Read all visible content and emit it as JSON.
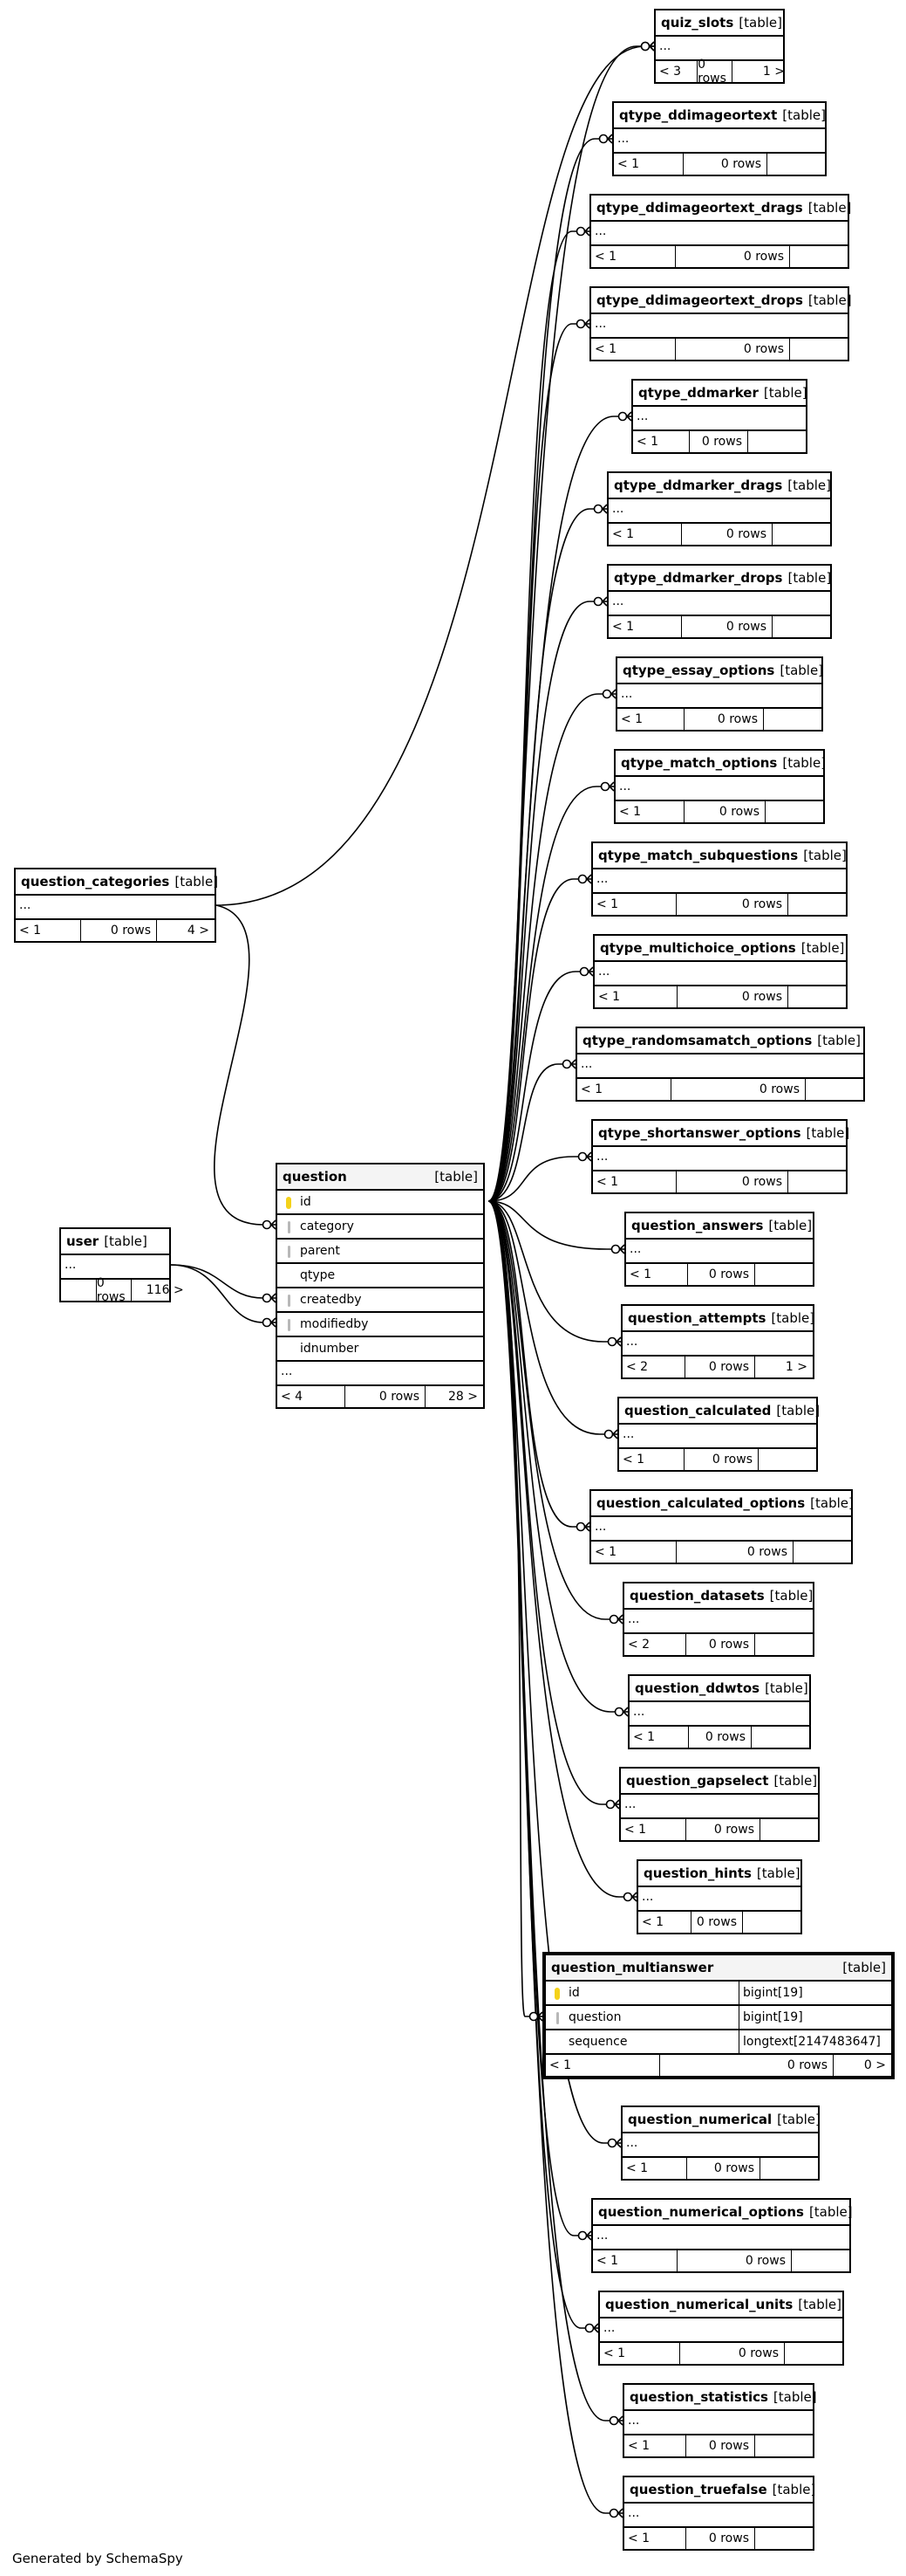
{
  "tables": [
    {
      "name": "quiz_slots",
      "tag": "[table]",
      "ellipsis": "...",
      "parents": "< 3",
      "rows": "0 rows",
      "children": "1 >"
    },
    {
      "name": "qtype_ddimageortext",
      "tag": "[table]",
      "ellipsis": "...",
      "parents": "< 1",
      "rows": "0 rows",
      "children": ""
    },
    {
      "name": "qtype_ddimageortext_drags",
      "tag": "[table]",
      "ellipsis": "...",
      "parents": "< 1",
      "rows": "0 rows",
      "children": ""
    },
    {
      "name": "qtype_ddimageortext_drops",
      "tag": "[table]",
      "ellipsis": "...",
      "parents": "< 1",
      "rows": "0 rows",
      "children": ""
    },
    {
      "name": "qtype_ddmarker",
      "tag": "[table]",
      "ellipsis": "...",
      "parents": "< 1",
      "rows": "0 rows",
      "children": ""
    },
    {
      "name": "qtype_ddmarker_drags",
      "tag": "[table]",
      "ellipsis": "...",
      "parents": "< 1",
      "rows": "0 rows",
      "children": ""
    },
    {
      "name": "qtype_ddmarker_drops",
      "tag": "[table]",
      "ellipsis": "...",
      "parents": "< 1",
      "rows": "0 rows",
      "children": ""
    },
    {
      "name": "qtype_essay_options",
      "tag": "[table]",
      "ellipsis": "...",
      "parents": "< 1",
      "rows": "0 rows",
      "children": ""
    },
    {
      "name": "qtype_match_options",
      "tag": "[table]",
      "ellipsis": "...",
      "parents": "< 1",
      "rows": "0 rows",
      "children": ""
    },
    {
      "name": "qtype_match_subquestions",
      "tag": "[table]",
      "ellipsis": "...",
      "parents": "< 1",
      "rows": "0 rows",
      "children": ""
    },
    {
      "name": "qtype_multichoice_options",
      "tag": "[table]",
      "ellipsis": "...",
      "parents": "< 1",
      "rows": "0 rows",
      "children": ""
    },
    {
      "name": "qtype_randomsamatch_options",
      "tag": "[table]",
      "ellipsis": "...",
      "parents": "< 1",
      "rows": "0 rows",
      "children": ""
    },
    {
      "name": "qtype_shortanswer_options",
      "tag": "[table]",
      "ellipsis": "...",
      "parents": "< 1",
      "rows": "0 rows",
      "children": ""
    },
    {
      "name": "question_answers",
      "tag": "[table]",
      "ellipsis": "...",
      "parents": "< 1",
      "rows": "0 rows",
      "children": ""
    },
    {
      "name": "question_attempts",
      "tag": "[table]",
      "ellipsis": "...",
      "parents": "< 2",
      "rows": "0 rows",
      "children": "1 >"
    },
    {
      "name": "question_calculated",
      "tag": "[table]",
      "ellipsis": "...",
      "parents": "< 1",
      "rows": "0 rows",
      "children": ""
    },
    {
      "name": "question_calculated_options",
      "tag": "[table]",
      "ellipsis": "...",
      "parents": "< 1",
      "rows": "0 rows",
      "children": ""
    },
    {
      "name": "question_datasets",
      "tag": "[table]",
      "ellipsis": "...",
      "parents": "< 2",
      "rows": "0 rows",
      "children": ""
    },
    {
      "name": "question_ddwtos",
      "tag": "[table]",
      "ellipsis": "...",
      "parents": "< 1",
      "rows": "0 rows",
      "children": ""
    },
    {
      "name": "question_gapselect",
      "tag": "[table]",
      "ellipsis": "...",
      "parents": "< 1",
      "rows": "0 rows",
      "children": ""
    },
    {
      "name": "question_hints",
      "tag": "[table]",
      "ellipsis": "...",
      "parents": "< 1",
      "rows": "0 rows",
      "children": ""
    },
    {
      "name": "question_numerical",
      "tag": "[table]",
      "ellipsis": "...",
      "parents": "< 1",
      "rows": "0 rows",
      "children": ""
    },
    {
      "name": "question_numerical_options",
      "tag": "[table]",
      "ellipsis": "...",
      "parents": "< 1",
      "rows": "0 rows",
      "children": ""
    },
    {
      "name": "question_numerical_units",
      "tag": "[table]",
      "ellipsis": "...",
      "parents": "< 1",
      "rows": "0 rows",
      "children": ""
    },
    {
      "name": "question_statistics",
      "tag": "[table]",
      "ellipsis": "...",
      "parents": "< 1",
      "rows": "0 rows",
      "children": ""
    },
    {
      "name": "question_truefalse",
      "tag": "[table]",
      "ellipsis": "...",
      "parents": "< 1",
      "rows": "0 rows",
      "children": ""
    },
    {
      "name": "question_categories",
      "tag": "[table]",
      "ellipsis": "...",
      "parents": "< 1",
      "rows": "0 rows",
      "children": "4 >"
    },
    {
      "name": "user",
      "tag": "[table]",
      "ellipsis": "...",
      "parents": "",
      "rows": "0 rows",
      "children": "116 >"
    }
  ],
  "question": {
    "name": "question",
    "tag": "[table]",
    "columns": [
      {
        "name": "id",
        "key": "pk"
      },
      {
        "name": "category",
        "key": "fk"
      },
      {
        "name": "parent",
        "key": "fk"
      },
      {
        "name": "qtype",
        "key": ""
      },
      {
        "name": "createdby",
        "key": "fk"
      },
      {
        "name": "modifiedby",
        "key": "fk"
      },
      {
        "name": "idnumber",
        "key": ""
      }
    ],
    "ellipsis": "...",
    "parents": "< 4",
    "rows": "0 rows",
    "children": "28 >"
  },
  "focus": {
    "name": "question_multianswer",
    "tag": "[table]",
    "columns": [
      {
        "name": "id",
        "type": "bigint[19]",
        "key": "pk"
      },
      {
        "name": "question",
        "type": "bigint[19]",
        "key": "fk"
      },
      {
        "name": "sequence",
        "type": "longtext[2147483647]",
        "key": ""
      }
    ],
    "parents": "< 1",
    "rows": "0 rows",
    "children": "0 >"
  },
  "footer_text": "Generated by SchemaSpy",
  "colors": {
    "line": "#000000",
    "pk_icon": "#f4d21a",
    "fk_icon": "#b8b8b8"
  }
}
